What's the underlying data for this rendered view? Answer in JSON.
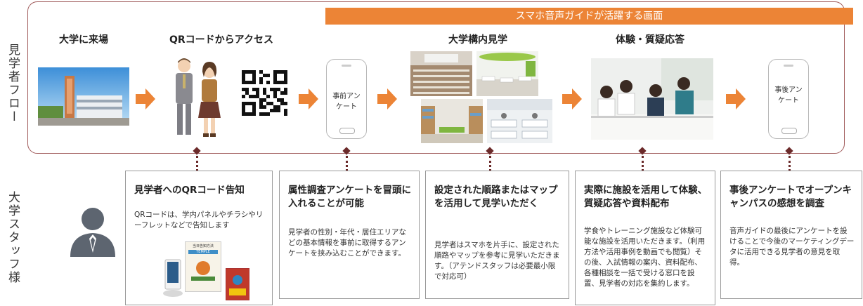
{
  "side_labels": {
    "visitor_flow": "見学者フロー",
    "staff": "大学スタッフ様"
  },
  "banner": "スマホ音声ガイドが活躍する画面",
  "steps": [
    {
      "label": "大学に来場"
    },
    {
      "label": "QRコードからアクセス"
    },
    {
      "label": "大学構内見学"
    },
    {
      "label": "体験・質疑応答"
    }
  ],
  "phones": {
    "pre": "事前アン\nケート",
    "post": "事後アン\nケート"
  },
  "poster_title": "当日告知方法",
  "poster_sub": "TEMPLE",
  "cards": [
    {
      "title": "見学者へのQRコード告知",
      "body": "QRコードは、学内パネルやチラシやリーフレットなどで告知します"
    },
    {
      "title": "属性調査アンケートを冒頭に入れることが可能",
      "body": "見学者の性別・年代・居住エリアなどの基本情報を事前に取得するアンケートを挟み込むことができます。"
    },
    {
      "title": "設定された順路またはマップを活用して見学いただく",
      "body": "見学者はスマホを片手に、設定された順路やマップを参考に見学いただきます。（アテンドスタッフは必要最小限で対応可）"
    },
    {
      "title": "実際に施設を活用して体験、質疑応答や資料配布",
      "body": "学食やトレーニング施設など体験可能な施設を活用いただきます。（利用方法や活用事例を動画でも閲覧）その後、入試情報の案内、資料配布、各種相談を一括で受ける窓口を設置、見学者の対応を集約します。"
    },
    {
      "title": "事後アンケートでオープンキャンパスの感想を調査",
      "body": "音声ガイドの最後にアンケートを設けることで今後のマーケティングデータに活用できる見学者の意見を取得。"
    }
  ],
  "colors": {
    "accent": "#ec8436",
    "frame": "#a05a5a",
    "connector": "#6b2a2a"
  }
}
